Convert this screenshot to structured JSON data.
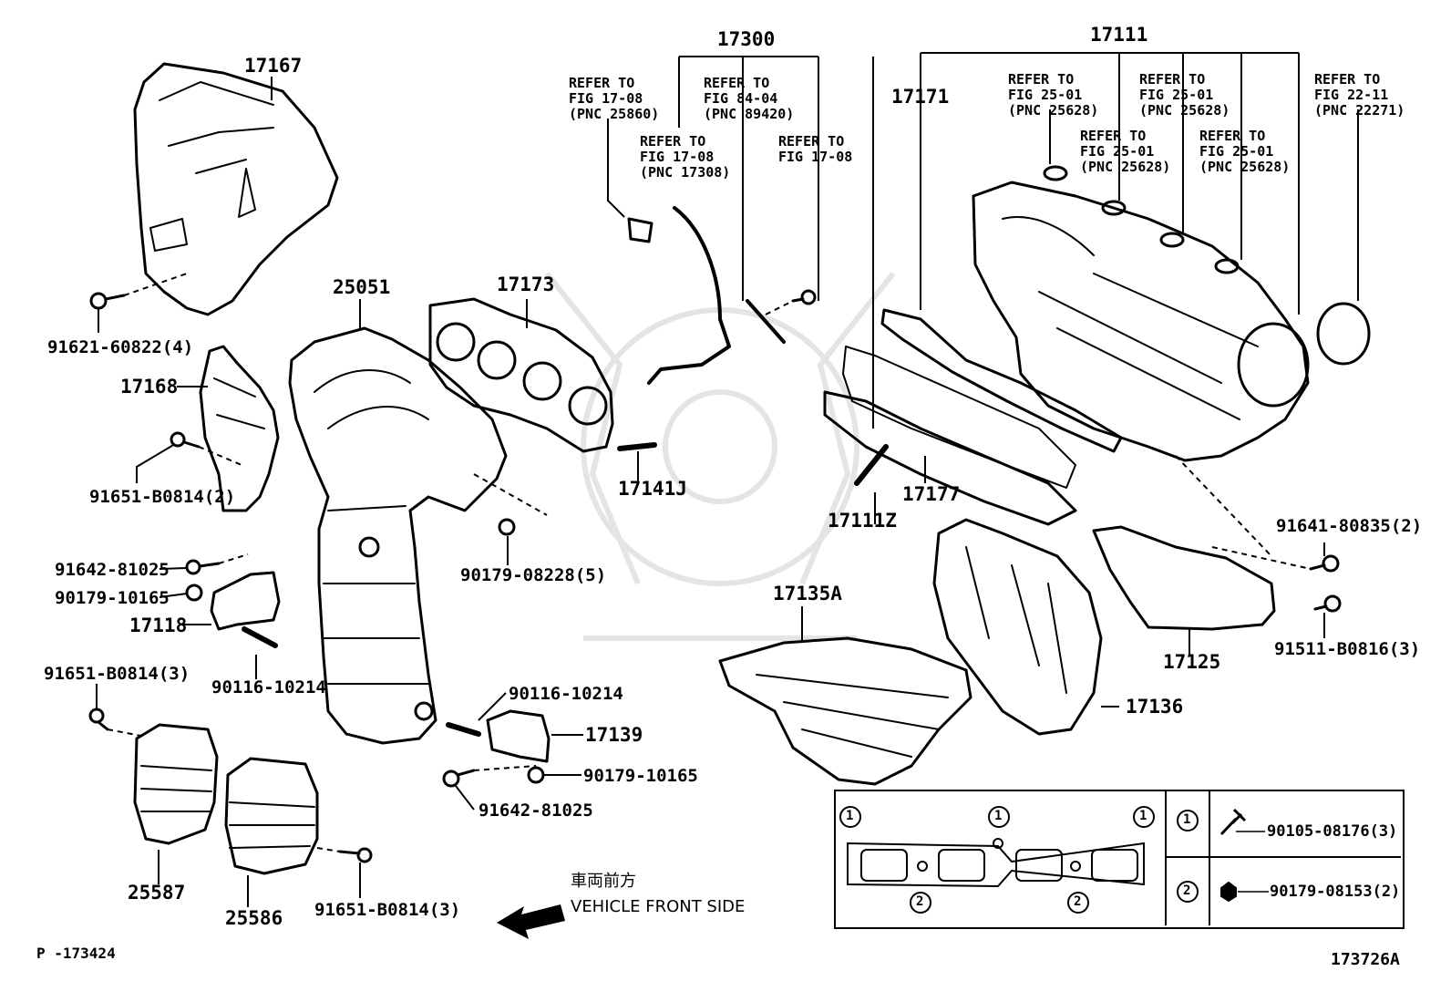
{
  "parts": {
    "p17167": "17167",
    "p91621": "91621-60822(4)",
    "p17168": "17168",
    "p91651a": "91651-B0814(2)",
    "p25051": "25051",
    "p17173": "17173",
    "p17141j": "17141J",
    "p90179a": "90179-08228(5)",
    "p91642a": "91642-81025",
    "p90179b": "90179-10165",
    "p17118": "17118",
    "p90116a": "90116-10214",
    "p91651b": "91651-B0814(3)",
    "p90116b": "90116-10214",
    "p17139": "17139",
    "p90179c": "90179-10165",
    "p91642b": "91642-81025",
    "p25587": "25587",
    "p25586": "25586",
    "p91651c": "91651-B0814(3)",
    "p17300": "17300",
    "p17111": "17111",
    "p17171": "17171",
    "p17177": "17177",
    "p17111z": "17111Z",
    "p17135a": "17135A",
    "p17136": "17136",
    "p17125": "17125",
    "p91641": "91641-80835(2)",
    "p91511": "91511-B0816(3)",
    "p90105": "90105-08176(3)",
    "p90179d": "90179-08153(2)"
  },
  "refs": {
    "r1": "REFER TO\nFIG 17-08\n(PNC 25860)",
    "r2": "REFER TO\nFIG 84-04\n(PNC 89420)",
    "r3": "REFER TO\nFIG 17-08\n(PNC 17308)",
    "r4": "REFER TO\nFIG 17-08",
    "r5": "REFER TO\nFIG 25-01\n(PNC 25628)",
    "r6": "REFER TO\nFIG 25-01\n(PNC 25628)",
    "r7": "REFER TO\nFIG 22-11\n(PNC 22271)",
    "r8": "REFER TO\nFIG 25-01\n(PNC 25628)",
    "r9": "REFER TO\nFIG 25-01\n(PNC 25628)"
  },
  "legend": {
    "mark1": "1",
    "mark2": "2"
  },
  "direction": {
    "jp": "車両前方",
    "en": "VEHICLE FRONT SIDE"
  },
  "footer": {
    "left": "P -173424",
    "right": "173726A"
  }
}
